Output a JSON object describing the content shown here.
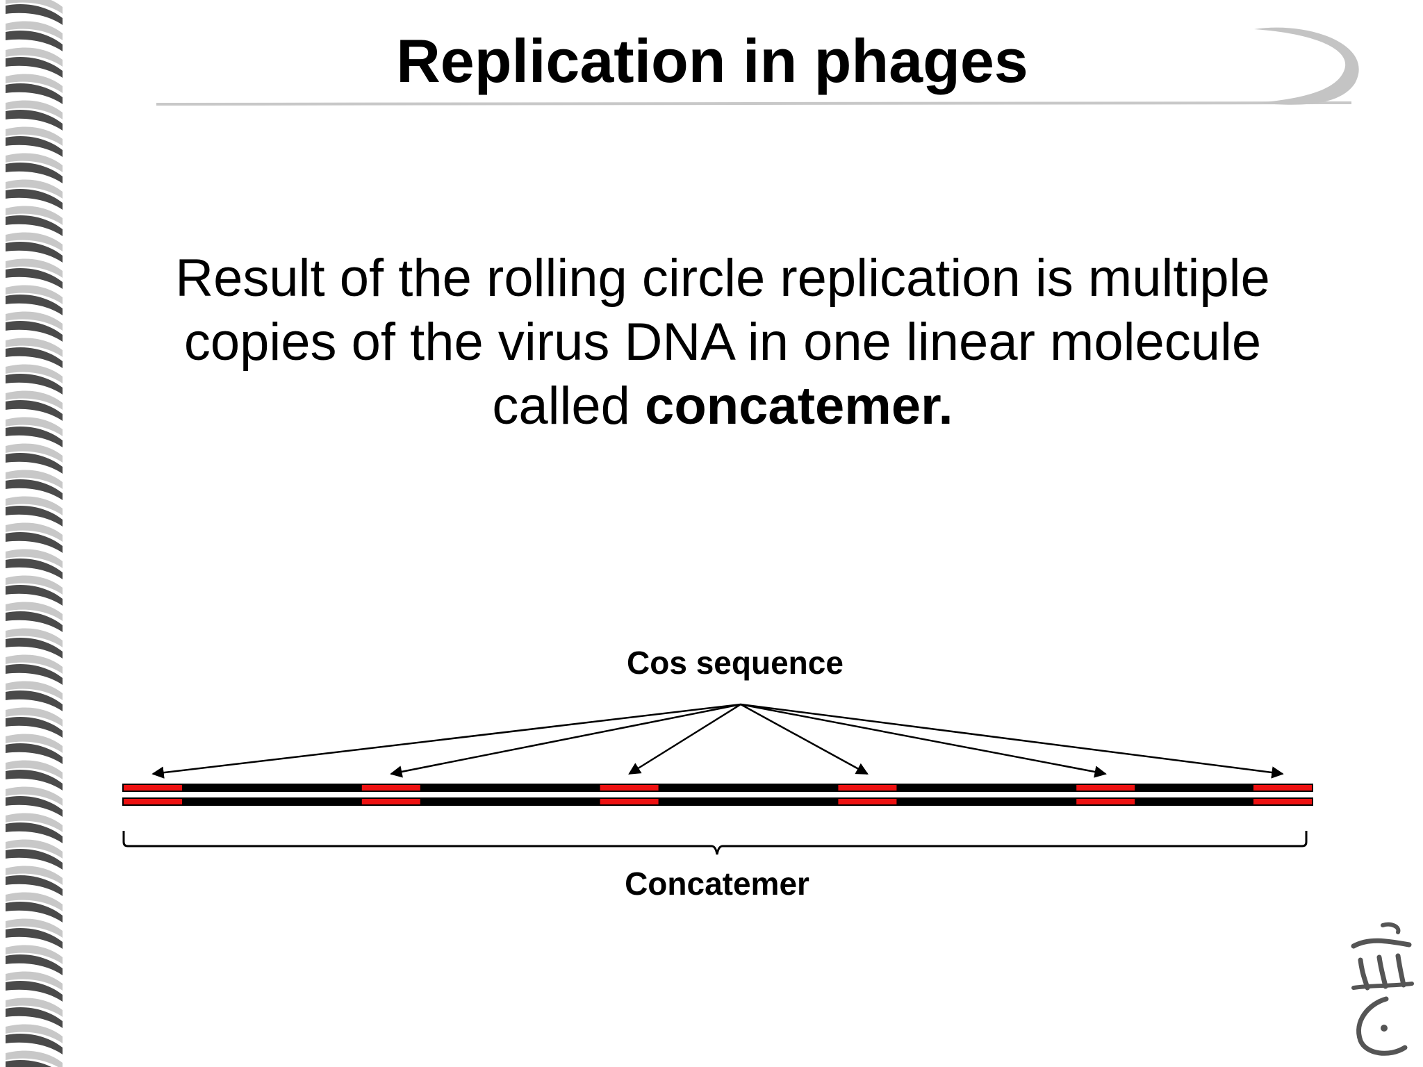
{
  "slide": {
    "title": "Replication in phages",
    "body": {
      "text_before": "Result of the rolling circle replication is multiple copies of the virus DNA in one linear molecule called ",
      "emphasis": "concatemer."
    }
  },
  "diagram": {
    "top_label": "Cos sequence",
    "bottom_label": "Concatemer",
    "cos_site_count": 6,
    "colors": {
      "strand": "#000000",
      "cos_site": "#ee1111",
      "helix_dark": "#4a4a4a",
      "helix_light": "#c8c8c8"
    }
  }
}
